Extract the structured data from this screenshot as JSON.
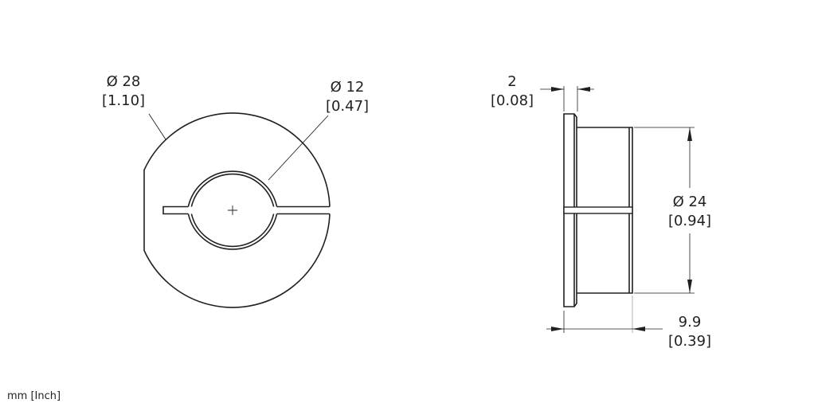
{
  "drawing": {
    "units_note": "mm [Inch]",
    "front_view": {
      "outer_diameter": {
        "mm": "Ø 28",
        "inch": "[1.10]"
      },
      "inner_diameter": {
        "mm": "Ø 12",
        "inch": "[0.47]"
      }
    },
    "side_view": {
      "flange_thickness": {
        "mm": "2",
        "inch": "[0.08]"
      },
      "body_diameter": {
        "mm": "Ø 24",
        "inch": "[0.94]"
      },
      "overall_length": {
        "mm": "9.9",
        "inch": "[0.39]"
      }
    },
    "colors": {
      "line": "#231f20",
      "extension_grey": "#b0b0b0",
      "background": "#ffffff"
    }
  }
}
